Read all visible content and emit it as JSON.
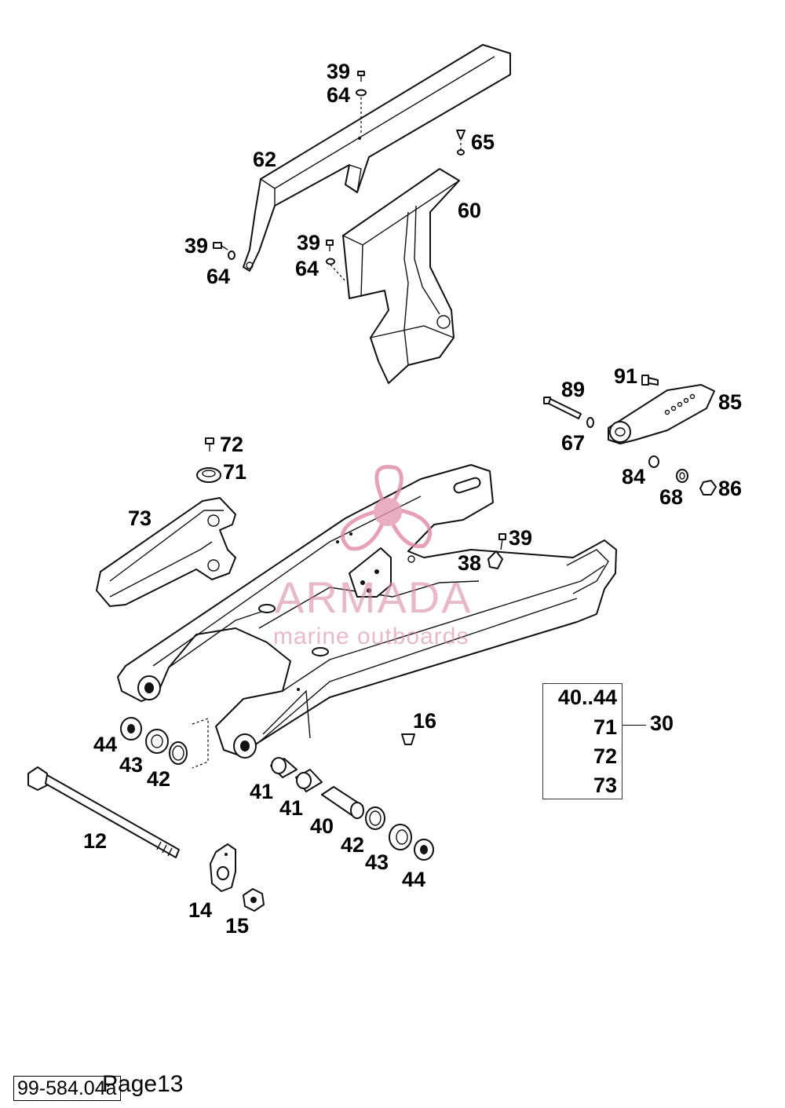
{
  "callouts": {
    "c39a": "39",
    "c64a": "64",
    "c65": "65",
    "c62": "62",
    "c60": "60",
    "c39b": "39",
    "c64b": "64",
    "c39c": "39",
    "c64c": "64",
    "c89": "89",
    "c91": "91",
    "c85": "85",
    "c67": "67",
    "c84": "84",
    "c68": "68",
    "c86": "86",
    "c72": "72",
    "c71": "71",
    "c73": "73",
    "c39d": "39",
    "c38": "38",
    "c16": "16",
    "c44a": "44",
    "c43a": "43",
    "c42a": "42",
    "c41a": "41",
    "c41b": "41",
    "c40": "40",
    "c42b": "42",
    "c43b": "43",
    "c44b": "44",
    "c12": "12",
    "c14": "14",
    "c15": "15"
  },
  "kit": {
    "items": [
      "40..44",
      "71",
      "72",
      "73"
    ],
    "label": "30"
  },
  "watermark": {
    "brand": "ARMADA",
    "tagline": "marine outboards",
    "color": "#d98aa0"
  },
  "footer": {
    "doc_code": "99-584.04a",
    "page": "Page13"
  }
}
